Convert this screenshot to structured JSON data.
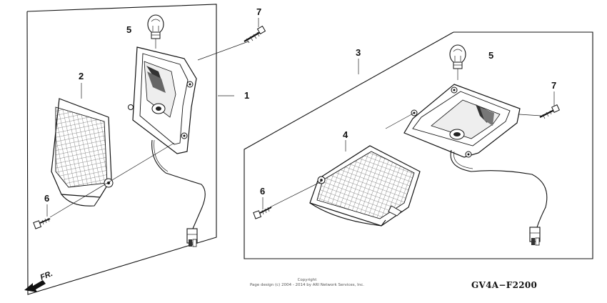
{
  "callouts": {
    "c1": "1",
    "c2": "2",
    "c3": "3",
    "c4": "4",
    "c5_left": "5",
    "c5_right": "5",
    "c6_left": "6",
    "c6_right": "6",
    "c7_left": "7",
    "c7_right": "7"
  },
  "front_label": "FR.",
  "copyright": {
    "line1": "Copyright",
    "line2": "Page design (c) 2004 - 2014 by ARI Network Services, Inc."
  },
  "diagram_code": "GV4A−F2200",
  "icons": [
    "front-arrow-icon"
  ]
}
